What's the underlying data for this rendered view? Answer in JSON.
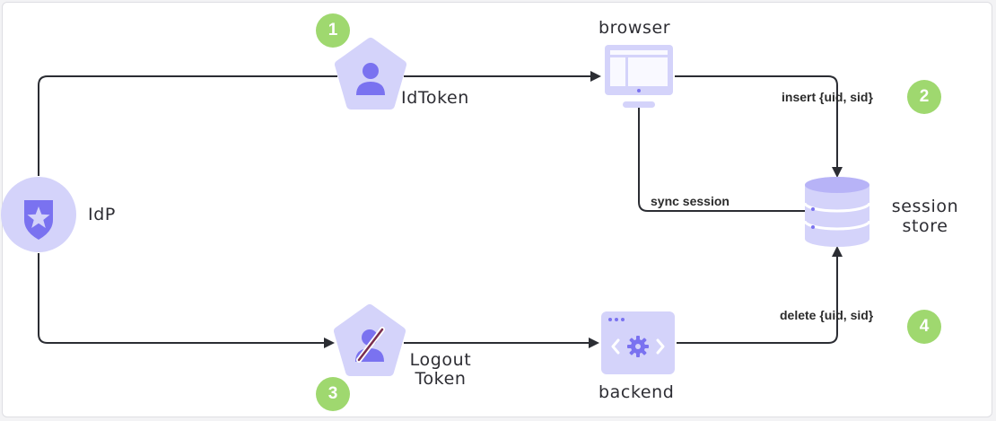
{
  "nodes": {
    "idp": "IdP",
    "idtoken": "IdToken",
    "browser": "browser",
    "session_store_line1": "session",
    "session_store_line2": "store",
    "logout_token_line1": "Logout",
    "logout_token_line2": "Token",
    "backend": "backend"
  },
  "edges": {
    "insert": "insert {uid, sid}",
    "sync": "sync session",
    "delete": "delete {uid, sid}"
  },
  "steps": [
    "1",
    "2",
    "3",
    "4"
  ],
  "icons": {
    "idp": "shield-star-icon",
    "idtoken": "user-icon",
    "browser": "monitor-icon",
    "session_store": "database-icon",
    "logout_token": "user-slash-icon",
    "backend": "code-gear-icon"
  },
  "colors": {
    "icon_fill": "#d4d3fa",
    "icon_accent": "#7a72f0",
    "edge": "#2b2d33",
    "badge": "#9fd86f"
  }
}
